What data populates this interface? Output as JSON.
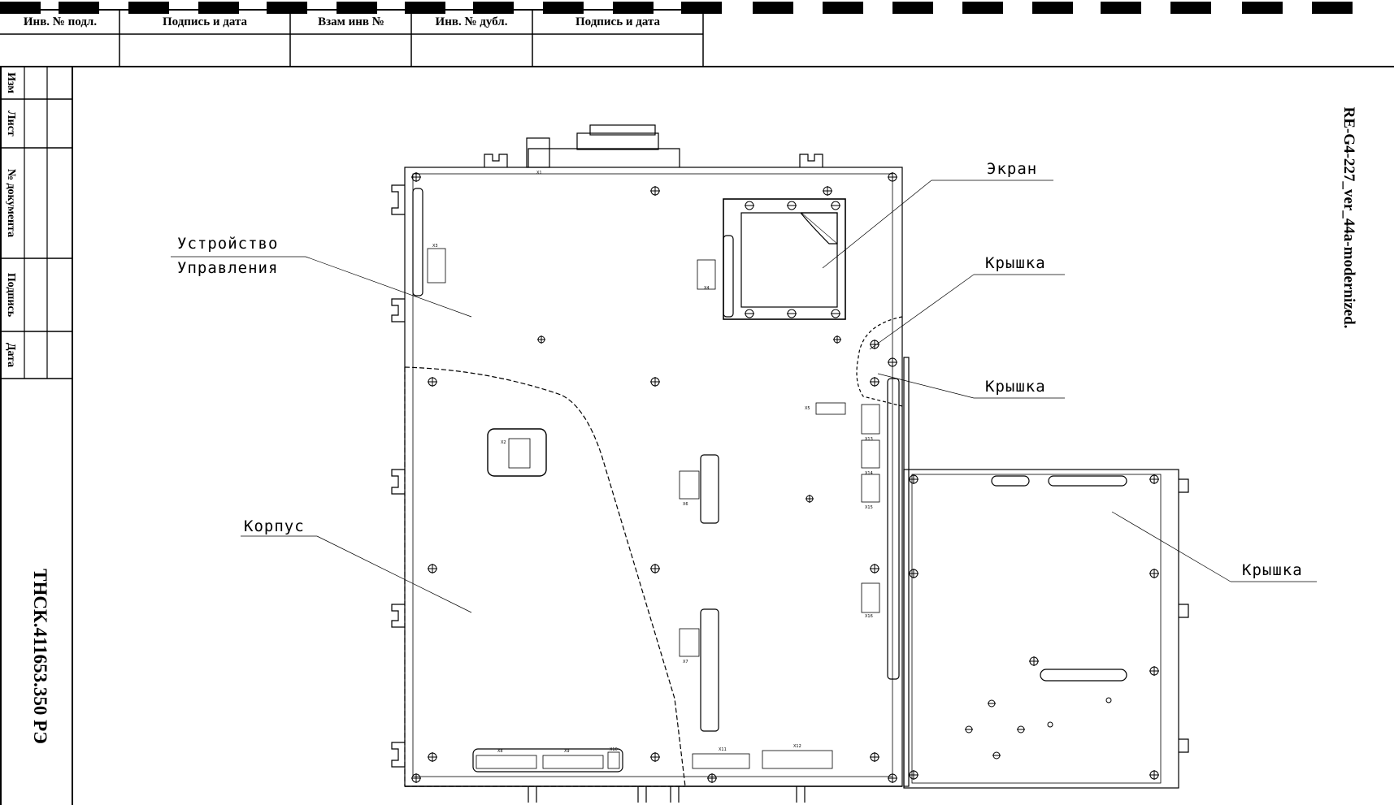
{
  "title_block": {
    "columns": [
      "Инв. № подл.",
      "Подпись и дата",
      "Взам инв №",
      "Инв. № дубл.",
      "Подпись и дата"
    ]
  },
  "side_block": {
    "cells": [
      "Изм",
      "Лист",
      "№ документа",
      "Подпись",
      "Дата"
    ]
  },
  "document": {
    "code": "ТНСК.411653.350 РЭ",
    "file_reference": "RE-G4-227_ver_44a-modernized."
  },
  "callouts": {
    "control_unit_line1": "Устройство",
    "control_unit_line2": "Управления",
    "screen": "Экран",
    "cover_top": "Крышка",
    "cover_middle": "Крышка",
    "cover_right": "Крышка",
    "housing": "Корпус"
  },
  "connectors": [
    "X1",
    "X2",
    "X3",
    "X4",
    "X5",
    "X6",
    "X7",
    "X8",
    "X9",
    "X10",
    "X11",
    "X12",
    "X13",
    "X14",
    "X15",
    "X16"
  ]
}
